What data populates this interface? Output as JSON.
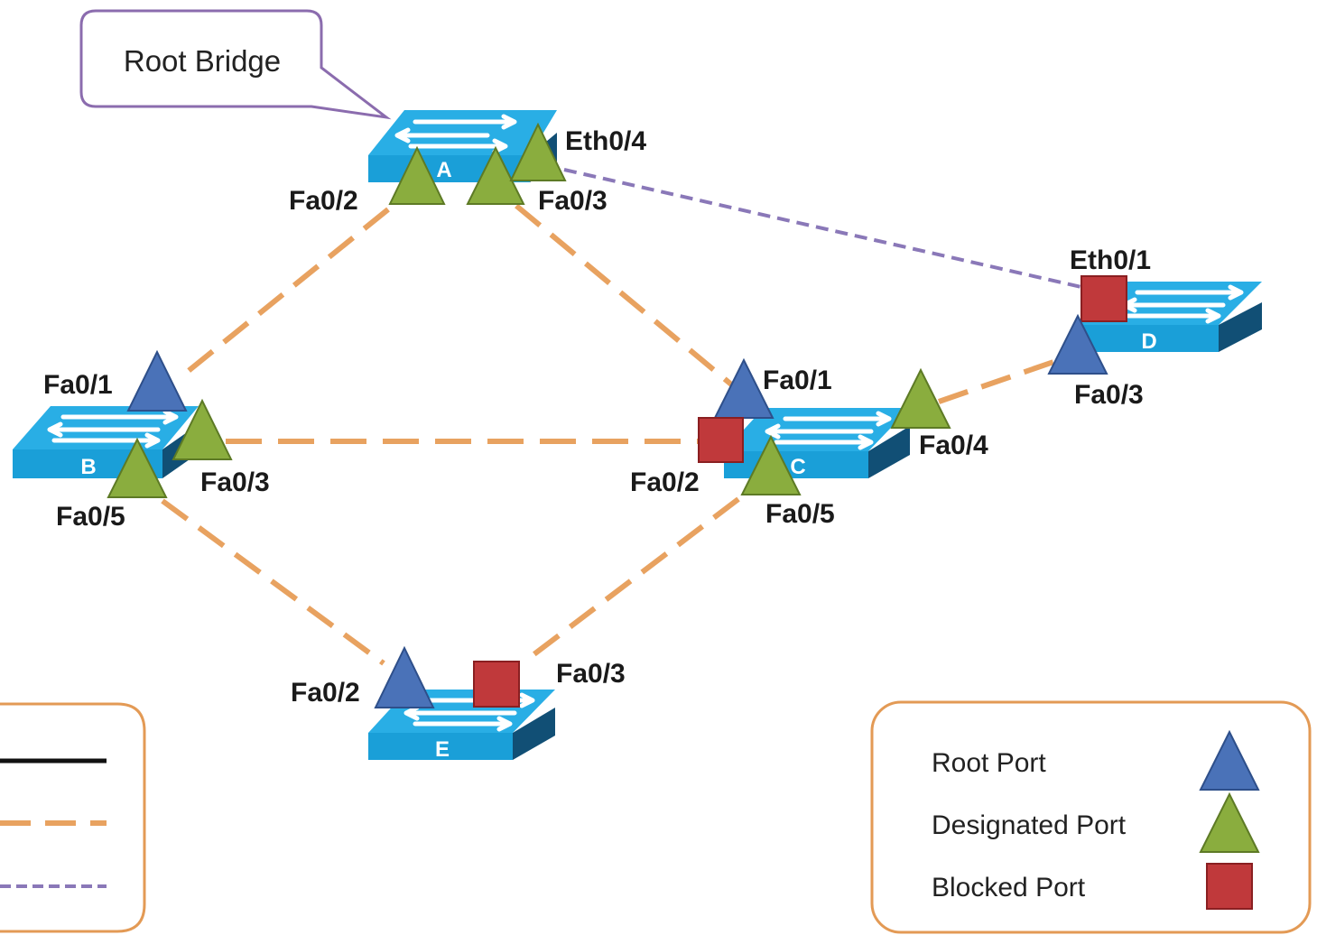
{
  "callout": {
    "text": "Root Bridge"
  },
  "switches": {
    "A": {
      "label": "A"
    },
    "B": {
      "label": "B"
    },
    "C": {
      "label": "C"
    },
    "D": {
      "label": "D"
    },
    "E": {
      "label": "E"
    }
  },
  "ports": {
    "a_eth04": {
      "label": "Eth0/4",
      "role": "designated"
    },
    "a_fa02": {
      "label": "Fa0/2",
      "role": "designated"
    },
    "a_fa03": {
      "label": "Fa0/3",
      "role": "designated"
    },
    "b_fa01": {
      "label": "Fa0/1",
      "role": "root"
    },
    "b_fa03": {
      "label": "Fa0/3",
      "role": "designated"
    },
    "b_fa05": {
      "label": "Fa0/5",
      "role": "designated"
    },
    "c_fa01": {
      "label": "Fa0/1",
      "role": "root"
    },
    "c_fa02": {
      "label": "Fa0/2",
      "role": "blocked"
    },
    "c_fa04": {
      "label": "Fa0/4",
      "role": "designated"
    },
    "c_fa05": {
      "label": "Fa0/5",
      "role": "designated"
    },
    "d_eth01": {
      "label": "Eth0/1",
      "role": "blocked"
    },
    "d_fa03": {
      "label": "Fa0/3",
      "role": "root"
    },
    "e_fa02": {
      "label": "Fa0/2",
      "role": "root"
    },
    "e_fa03": {
      "label": "Fa0/3",
      "role": "blocked"
    }
  },
  "links": [
    {
      "from": "A Fa0/2",
      "to": "B Fa0/1",
      "type": "fast-ethernet"
    },
    {
      "from": "A Fa0/3",
      "to": "C Fa0/1",
      "type": "fast-ethernet"
    },
    {
      "from": "A Eth0/4",
      "to": "D Eth0/1",
      "type": "ethernet"
    },
    {
      "from": "B Fa0/3",
      "to": "C Fa0/2",
      "type": "fast-ethernet"
    },
    {
      "from": "B Fa0/5",
      "to": "E Fa0/2",
      "type": "fast-ethernet"
    },
    {
      "from": "C Fa0/4",
      "to": "D Fa0/3",
      "type": "fast-ethernet"
    },
    {
      "from": "C Fa0/5",
      "to": "E Fa0/3",
      "type": "fast-ethernet"
    }
  ],
  "legend_ports": {
    "root": "Root Port",
    "designated": "Designated Port",
    "blocked": "Blocked Port"
  },
  "colors": {
    "root_port": "#4a72b8",
    "designated_port": "#8aad3e",
    "blocked_port": "#c0393b",
    "fast_ethernet_link": "#e8a260",
    "ethernet_link": "#8a78b8",
    "legend_border": "#e39a55",
    "callout_border": "#8b6cae",
    "switch_top": "#29aee5",
    "switch_front": "#1a9fd8",
    "switch_side": "#114f75"
  }
}
